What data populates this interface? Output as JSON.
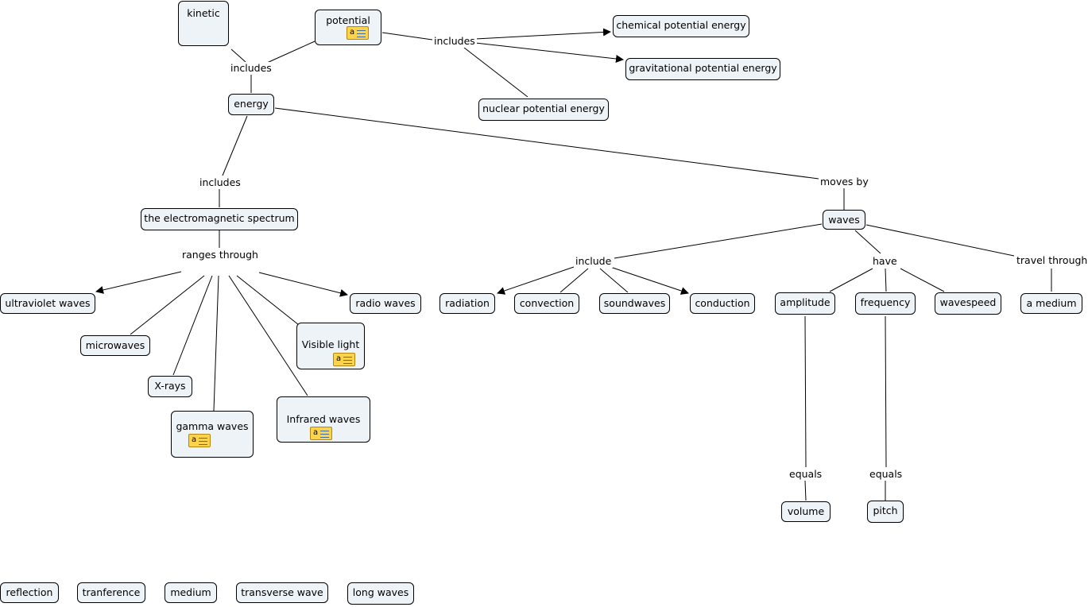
{
  "nodes": {
    "kinetic": "kinetic",
    "potential": "potential",
    "chemical": "chemical potential energy",
    "gravitational": "gravitational potential energy",
    "nuclear": "nuclear potential energy",
    "energy": "energy",
    "em_spectrum": "the electromagnetic spectrum",
    "waves": "waves",
    "ultraviolet": "ultraviolet waves",
    "microwaves": "microwaves",
    "xrays": "X-rays",
    "gamma": "gamma waves",
    "infrared": "Infrared waves",
    "visible": "Visible light",
    "radio": "radio waves",
    "radiation": "radiation",
    "convection": "convection",
    "soundwaves": "soundwaves",
    "conduction": "conduction",
    "amplitude": "amplitude",
    "frequency": "frequency",
    "wavespeed": "wavespeed",
    "medium_node": "a medium",
    "volume": "volume",
    "pitch": "pitch"
  },
  "link_labels": {
    "includes_1": "includes",
    "includes_2": "includes",
    "includes_3": "includes",
    "moves_by": "moves by",
    "ranges_through": "ranges through",
    "include": "include",
    "have": "have",
    "travel_through": "travel through",
    "equals_1": "equals",
    "equals_2": "equals"
  },
  "parking_lot": [
    "reflection",
    "tranference",
    "medium",
    "transverse wave",
    "long waves"
  ],
  "note_icon": "note-icon",
  "colors": {
    "node_fill": "#eef3f7",
    "note_fill": "#fcd34d"
  }
}
